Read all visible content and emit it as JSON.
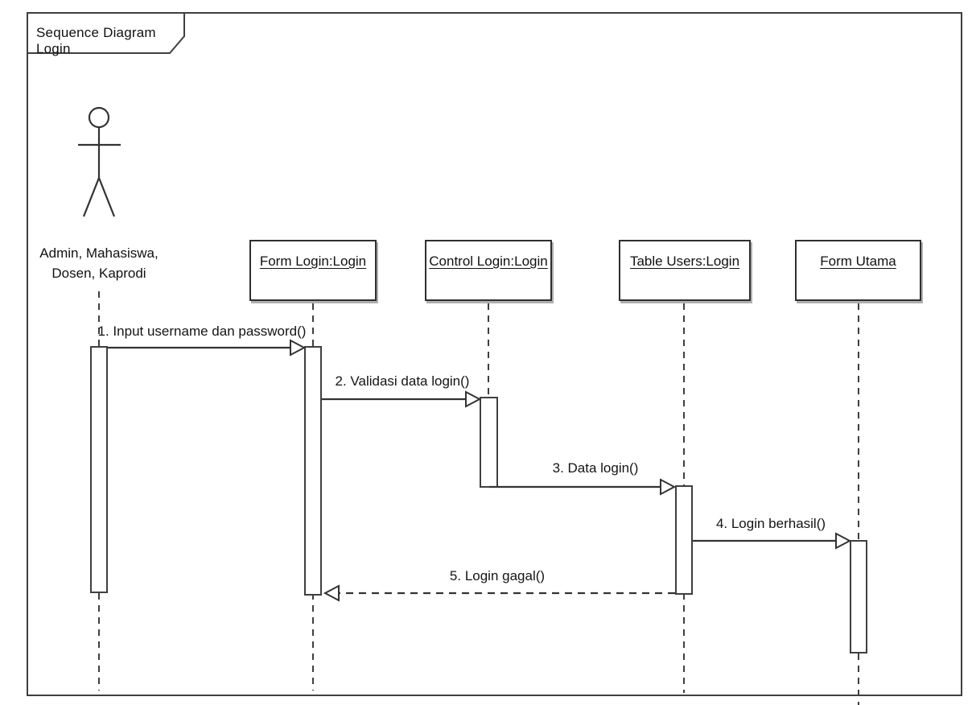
{
  "diagram": {
    "title": "Sequence Diagram Login",
    "actor": {
      "label_line1": "Admin, Mahasiswa,",
      "label_line2": "Dosen, Kaprodi"
    },
    "objects": [
      {
        "label": "Form Login:Login"
      },
      {
        "label": "Control Login:Login"
      },
      {
        "label": "Table Users:Login"
      },
      {
        "label": "Form Utama"
      }
    ],
    "messages": [
      {
        "num": 1,
        "label": "1. Input username dan password()",
        "from": "Admin, Mahasiswa, Dosen, Kaprodi",
        "to": "Form Login:Login",
        "line": "solid",
        "arrow": "open"
      },
      {
        "num": 2,
        "label": "2. Validasi data login()",
        "from": "Form Login:Login",
        "to": "Control Login:Login",
        "line": "solid",
        "arrow": "open"
      },
      {
        "num": 3,
        "label": "3. Data login()",
        "from": "Control Login:Login",
        "to": "Table Users:Login",
        "line": "solid",
        "arrow": "open"
      },
      {
        "num": 4,
        "label": "4. Login berhasil()",
        "from": "Table Users:Login",
        "to": "Form Utama",
        "line": "solid",
        "arrow": "open"
      },
      {
        "num": 5,
        "label": "5. Login gagal()",
        "from": "Table Users:Login",
        "to": "Form Login:Login",
        "line": "dashed",
        "arrow": "open"
      }
    ],
    "colors": {
      "line": "#3f3f3f",
      "text": "#1a1a1a",
      "background": "#ffffff"
    }
  }
}
